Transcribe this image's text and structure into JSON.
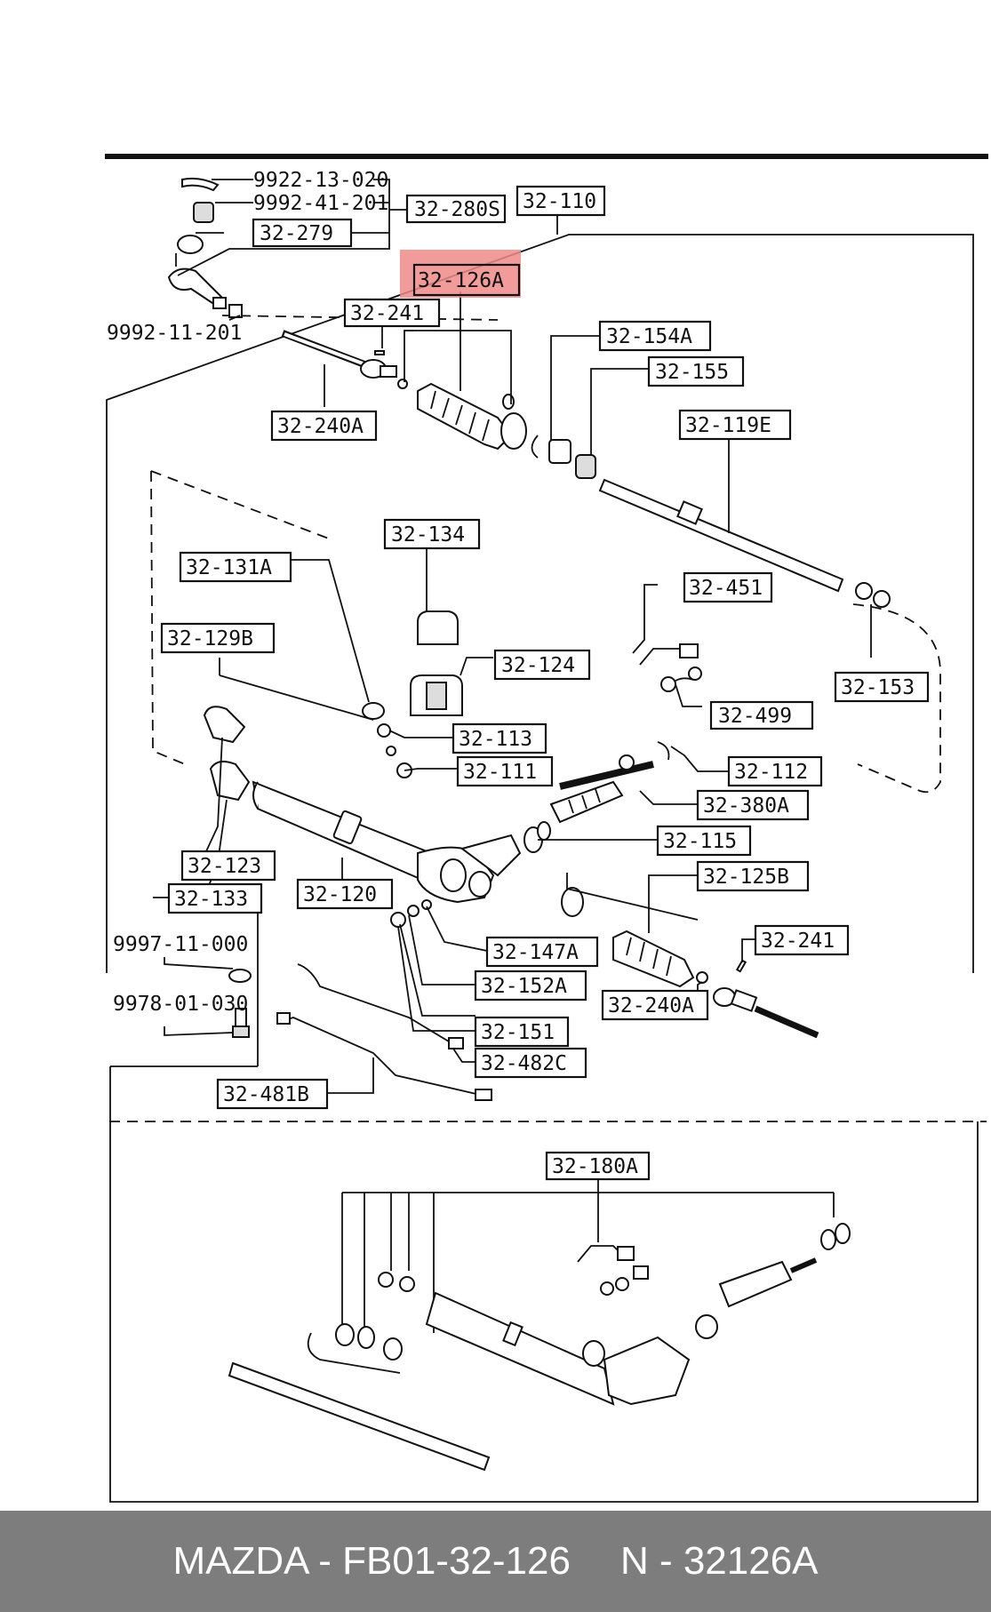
{
  "diagram": {
    "highlight_color": "#f08a8a",
    "labels": [
      {
        "id": "l1",
        "text": "9922-13-020"
      },
      {
        "id": "l2",
        "text": "9992-41-201"
      },
      {
        "id": "l3",
        "text": "32-280S"
      },
      {
        "id": "l4",
        "text": "32-110"
      },
      {
        "id": "l5",
        "text": "32-279"
      },
      {
        "id": "l6",
        "text": "32-126A",
        "highlighted": true
      },
      {
        "id": "l7",
        "text": "9992-11-201"
      },
      {
        "id": "l8",
        "text": "32-241"
      },
      {
        "id": "l9",
        "text": "32-154A"
      },
      {
        "id": "l10",
        "text": "32-155"
      },
      {
        "id": "l11",
        "text": "32-240A"
      },
      {
        "id": "l12",
        "text": "32-119E"
      },
      {
        "id": "l13",
        "text": "32-134"
      },
      {
        "id": "l14",
        "text": "32-131A"
      },
      {
        "id": "l15",
        "text": "32-451"
      },
      {
        "id": "l16",
        "text": "32-129B"
      },
      {
        "id": "l17",
        "text": "32-124"
      },
      {
        "id": "l18",
        "text": "32-153"
      },
      {
        "id": "l19",
        "text": "32-499"
      },
      {
        "id": "l20",
        "text": "32-113"
      },
      {
        "id": "l21",
        "text": "32-111"
      },
      {
        "id": "l22",
        "text": "32-112"
      },
      {
        "id": "l23",
        "text": "32-380A"
      },
      {
        "id": "l24",
        "text": "32-115"
      },
      {
        "id": "l25",
        "text": "32-123"
      },
      {
        "id": "l26",
        "text": "32-125B"
      },
      {
        "id": "l27",
        "text": "32-120"
      },
      {
        "id": "l28",
        "text": "32-133"
      },
      {
        "id": "l29",
        "text": "9997-11-000"
      },
      {
        "id": "l30",
        "text": "32-241"
      },
      {
        "id": "l31",
        "text": "32-147A"
      },
      {
        "id": "l32",
        "text": "9978-01-030"
      },
      {
        "id": "l33",
        "text": "32-152A"
      },
      {
        "id": "l34",
        "text": "32-240A"
      },
      {
        "id": "l35",
        "text": "32-151"
      },
      {
        "id": "l36",
        "text": "32-482C"
      },
      {
        "id": "l37",
        "text": "32-481B"
      },
      {
        "id": "l38",
        "text": "32-180A"
      }
    ]
  },
  "footer": {
    "brand_part": "MAZDA - FB01-32-126",
    "ref_part": "N - 32126A"
  }
}
